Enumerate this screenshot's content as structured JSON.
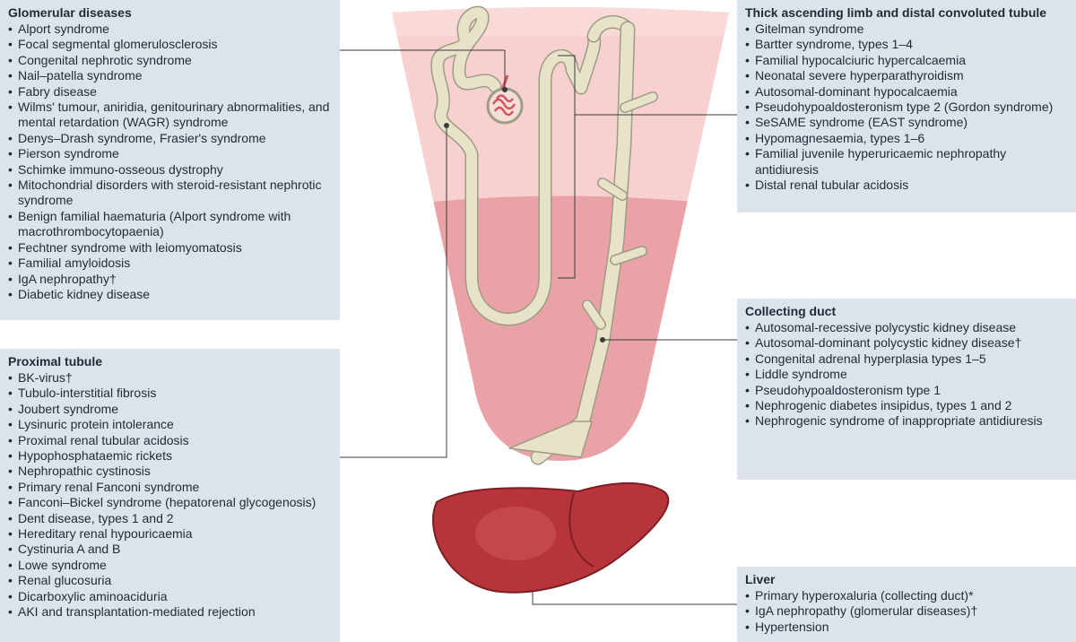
{
  "glomerular": {
    "title": "Glomerular diseases",
    "items": [
      "Alport syndrome",
      "Focal segmental glomerulosclerosis",
      "Congenital nephrotic syndrome",
      "Nail–patella syndrome",
      "Fabry disease",
      "Wilms' tumour, aniridia, genitourinary abnormalities, and mental retardation (WAGR) syndrome",
      "Denys–Drash syndrome, Frasier's syndrome",
      "Pierson syndrome",
      "Schimke immuno-osseous dystrophy",
      "Mitochondrial disorders with steroid-resistant nephrotic syndrome",
      "Benign familial haematuria (Alport syndrome with macrothrombocytopaenia)",
      "Fechtner syndrome with leiomyomatosis",
      "Familial amyloidosis",
      "IgA nephropathy†",
      "Diabetic kidney disease"
    ]
  },
  "proximal": {
    "title": "Proximal tubule",
    "items": [
      "BK-virus†",
      "Tubulo-interstitial fibrosis",
      "Joubert syndrome",
      "Lysinuric protein intolerance",
      "Proximal renal tubular acidosis",
      "Hypophosphataemic rickets",
      "Nephropathic cystinosis",
      "Primary renal Fanconi syndrome",
      "Fanconi–Bickel syndrome (hepatorenal glycogenosis)",
      "Dent disease, types 1 and 2",
      "Hereditary renal hypouricaemia",
      "Cystinuria A and B",
      "Lowe syndrome",
      "Renal glucosuria",
      "Dicarboxylic aminoaciduria",
      "AKI and transplantation-mediated rejection"
    ]
  },
  "thick": {
    "title": "Thick ascending limb and distal convoluted tubule",
    "items": [
      "Gitelman syndrome",
      "Bartter syndrome, types 1–4",
      "Familial hypocalciuric hypercalcaemia",
      "Neonatal severe hyperparathyroidism",
      "Autosomal-dominant hypocalcaemia",
      "Pseudohypoaldosteronism type 2 (Gordon syndrome)",
      "SeSAME syndrome (EAST syndrome)",
      "Hypomagnesaemia, types 1–6",
      "Familial juvenile hyperuricaemic nephropathy antidiuresis",
      "Distal renal tubular acidosis"
    ]
  },
  "collecting": {
    "title": "Collecting duct",
    "items": [
      "Autosomal-recessive polycystic kidney disease",
      "Autosomal-dominant polycystic kidney disease†",
      "Congenital adrenal hyperplasia types 1–5",
      "Liddle syndrome",
      "Pseudohypoaldosteronism type 1",
      "Nephrogenic diabetes insipidus, types 1 and 2",
      "Nephrogenic syndrome of inappropriate antidiuresis"
    ]
  },
  "liver": {
    "title": "Liver",
    "items": [
      "Primary hyperoxaluria (collecting duct)*",
      "IgA nephropathy (glomerular diseases)†",
      "Hypertension"
    ]
  },
  "colors": {
    "panel": "#dde3ea",
    "cortex": "#f8d0cf",
    "medulla": "#e9a2a6",
    "tubule": "#e6e3c9",
    "tubule_outline": "#9f9c84",
    "liver": "#b8343b",
    "glomerulus": "#d4525e"
  }
}
